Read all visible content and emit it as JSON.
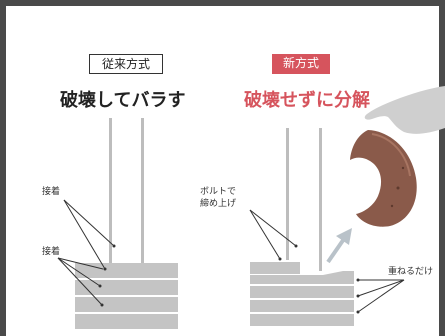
{
  "old_method": {
    "tag": "従来方式",
    "title": "破壊してバラす",
    "annotation_top": "接着",
    "annotation_bottom": "接着"
  },
  "new_method": {
    "tag": "新方式",
    "title": "破壊せずに分解",
    "annotation_bolt_line1": "ボルトで",
    "annotation_bolt_line2": "締め上げ",
    "annotation_stack": "重ねるだけ"
  },
  "colors": {
    "accent": "#d6545d",
    "stack_gray": "#c4c4c4",
    "rod_gray": "#bdbdbd",
    "frame": "#4a4a4a",
    "part_brown": "#8a5a4a"
  }
}
